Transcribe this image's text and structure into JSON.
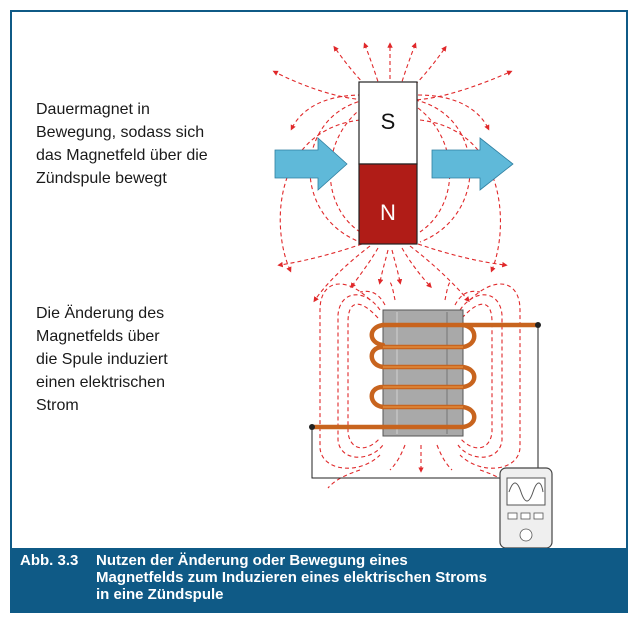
{
  "magnet": {
    "top_pole": "S",
    "bottom_pole": "N",
    "top_color": "#ffffff",
    "bottom_color": "#b01c17"
  },
  "labels": {
    "magnet_text": [
      "Dauermagnet in",
      "Bewegung, sodass sich",
      "das Magnetfeld über die",
      "Zündspule bewegt"
    ],
    "coil_text": [
      "Die Änderung des",
      "Magnetfelds über",
      "die Spule induziert",
      "einen elektrischen",
      "Strom"
    ]
  },
  "caption": {
    "number": "Abb. 3.3",
    "lines": [
      "Nutzen der Änderung oder Bewegung eines",
      "Magnetfelds zum Induzieren eines elektrischen Stroms",
      "in eine Zündspule"
    ]
  },
  "colors": {
    "frame": "#0f5a86",
    "field_lines": "#e0282a",
    "arrows": "#5fb9d9",
    "coil": "#c8641e",
    "core": "#a9a9a9"
  },
  "icons": [
    "motion-arrow-icon",
    "oscilloscope-icon"
  ]
}
